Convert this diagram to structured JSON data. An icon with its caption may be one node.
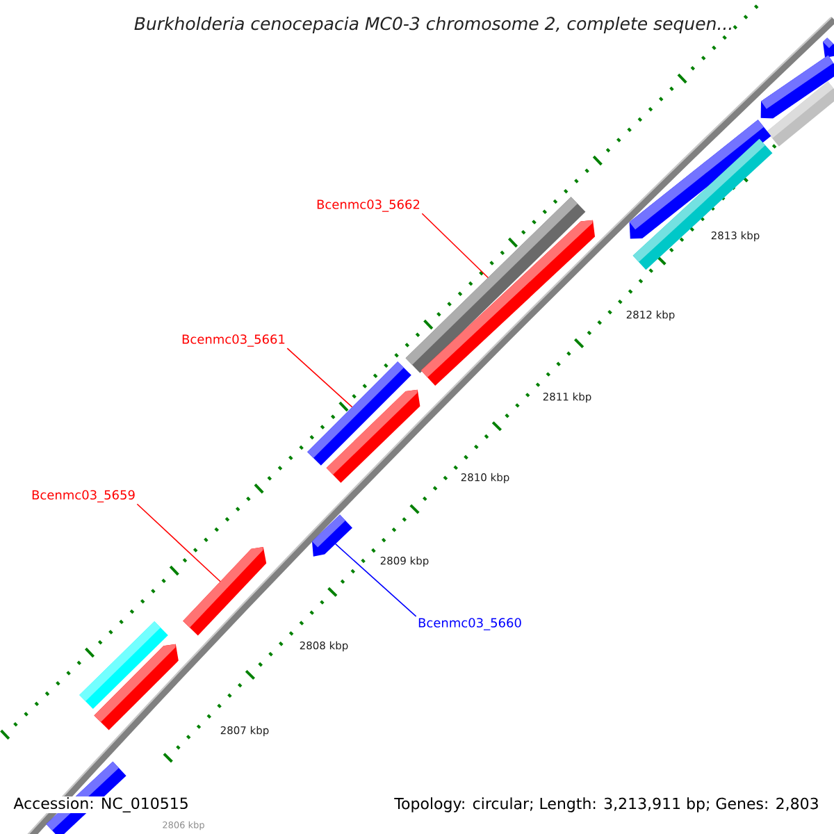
{
  "diagram": {
    "title": "Burkholderia cenocepacia MC0-3 chromosome 2, complete sequen...",
    "nodes": [
      {
        "text": [
          "Bcenmc03_5662"
        ]
      },
      {
        "text": [],
        "shape": "bar"
      },
      {
        "text": [
          "Bcenmc03_5661"
        ]
      },
      {
        "text": [],
        "shape": "bar"
      },
      {
        "text": [
          "Bcenmc03_5659"
        ]
      },
      {
        "text": [],
        "shape": "bar"
      },
      {
        "text": [
          "Bcenmc03_5660"
        ]
      },
      {
        "text": [],
        "shape": "bar"
      },
      {
        "text": [],
        "shape": "bar"
      },
      {
        "text": [],
        "shape": "bar"
      },
      {
        "text": [],
        "shape": "bar"
      },
      {
        "text": [],
        "shape": "bar"
      },
      {
        "text": [],
        "shape": "bar"
      },
      {
        "text": [],
        "shape": "bar"
      },
      {
        "text": [],
        "shape": "bar"
      },
      {
        "text": [],
        "shape": "bar"
      },
      {
        "text": [],
        "shape": "bar"
      },
      {
        "text": [],
        "shape": "bar"
      }
    ],
    "edges": [
      {
        "from": 0,
        "to": 1,
        "arrow": "none"
      },
      {
        "from": 2,
        "to": 3,
        "arrow": "none"
      },
      {
        "from": 4,
        "to": 5,
        "arrow": "none"
      },
      {
        "from": 6,
        "to": 7,
        "arrow": "none",
        "color": "#0000ff"
      }
    ],
    "labels": [
      "2813 kbp",
      "2812 kbp",
      "2811 kbp",
      "2810 kbp",
      "2809 kbp",
      "2808 kbp",
      "2807 kbp",
      "2806 kbp",
      "Accession: NC_010515",
      "Topology: circular; Length: 3,213,911 bp; Genes: 2,803"
    ]
  }
}
